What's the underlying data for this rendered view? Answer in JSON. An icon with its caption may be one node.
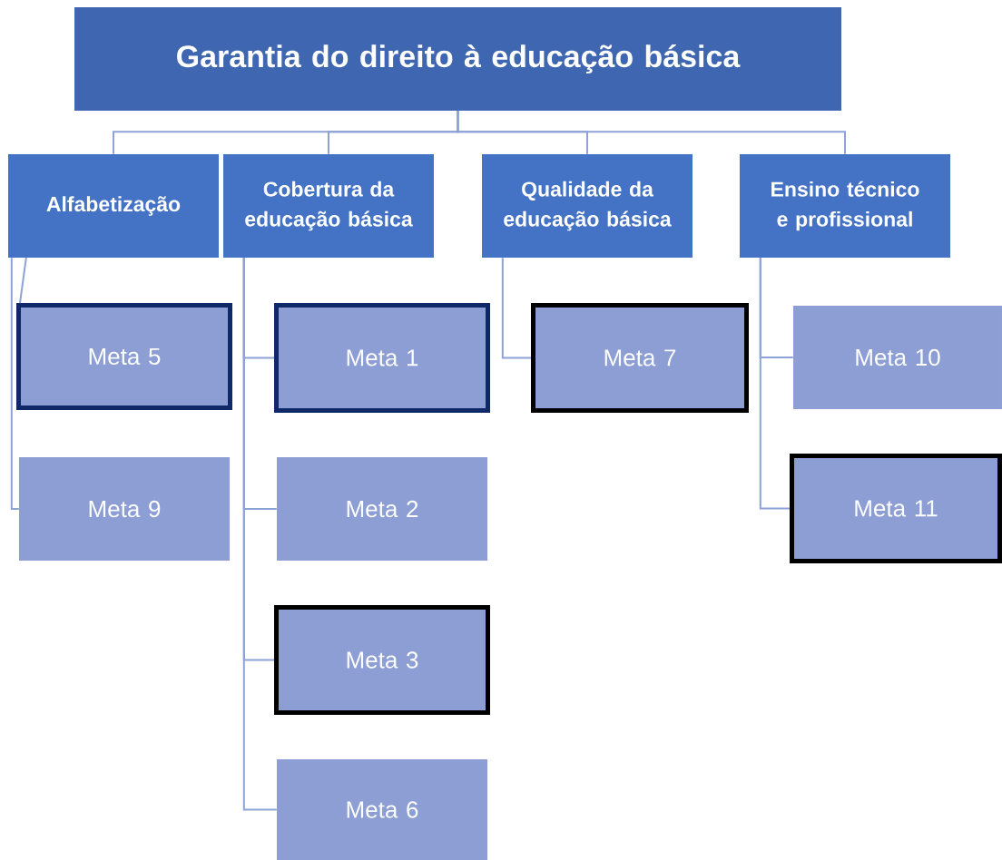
{
  "diagram": {
    "nodes": [
      {
        "text": [
          "Garantia do direito à educação básica"
        ]
      },
      {
        "text": [
          "Alfabetização"
        ]
      },
      {
        "text": [
          "Cobertura da educação básica"
        ]
      },
      {
        "text": [
          "Qualidade da educação básica"
        ]
      },
      {
        "text": [
          "Ensino técnico e profissional"
        ]
      },
      {
        "text": [
          "Meta 5"
        ]
      },
      {
        "text": [
          "Meta 9"
        ]
      },
      {
        "text": [
          "Meta 1"
        ]
      },
      {
        "text": [
          "Meta 2"
        ]
      },
      {
        "text": [
          "Meta 3"
        ]
      },
      {
        "text": [
          "Meta 6"
        ]
      },
      {
        "text": [
          "Meta 7"
        ]
      },
      {
        "text": [
          "Meta 10"
        ]
      },
      {
        "text": [
          "Meta 11"
        ]
      }
    ],
    "edges": [
      {
        "from": 0,
        "to": 1,
        "arrow": "none"
      },
      {
        "from": 0,
        "to": 2,
        "arrow": "none"
      },
      {
        "from": 0,
        "to": 3,
        "arrow": "none"
      },
      {
        "from": 0,
        "to": 4,
        "arrow": "none"
      },
      {
        "from": 1,
        "to": 5,
        "arrow": "none"
      },
      {
        "from": 1,
        "to": 6,
        "arrow": "none"
      },
      {
        "from": 2,
        "to": 7,
        "arrow": "none"
      },
      {
        "from": 2,
        "to": 8,
        "arrow": "none"
      },
      {
        "from": 2,
        "to": 9,
        "arrow": "none"
      },
      {
        "from": 2,
        "to": 10,
        "arrow": "none"
      },
      {
        "from": 3,
        "to": 11,
        "arrow": "none"
      },
      {
        "from": 4,
        "to": 12,
        "arrow": "none"
      },
      {
        "from": 4,
        "to": 13,
        "arrow": "none"
      }
    ]
  }
}
